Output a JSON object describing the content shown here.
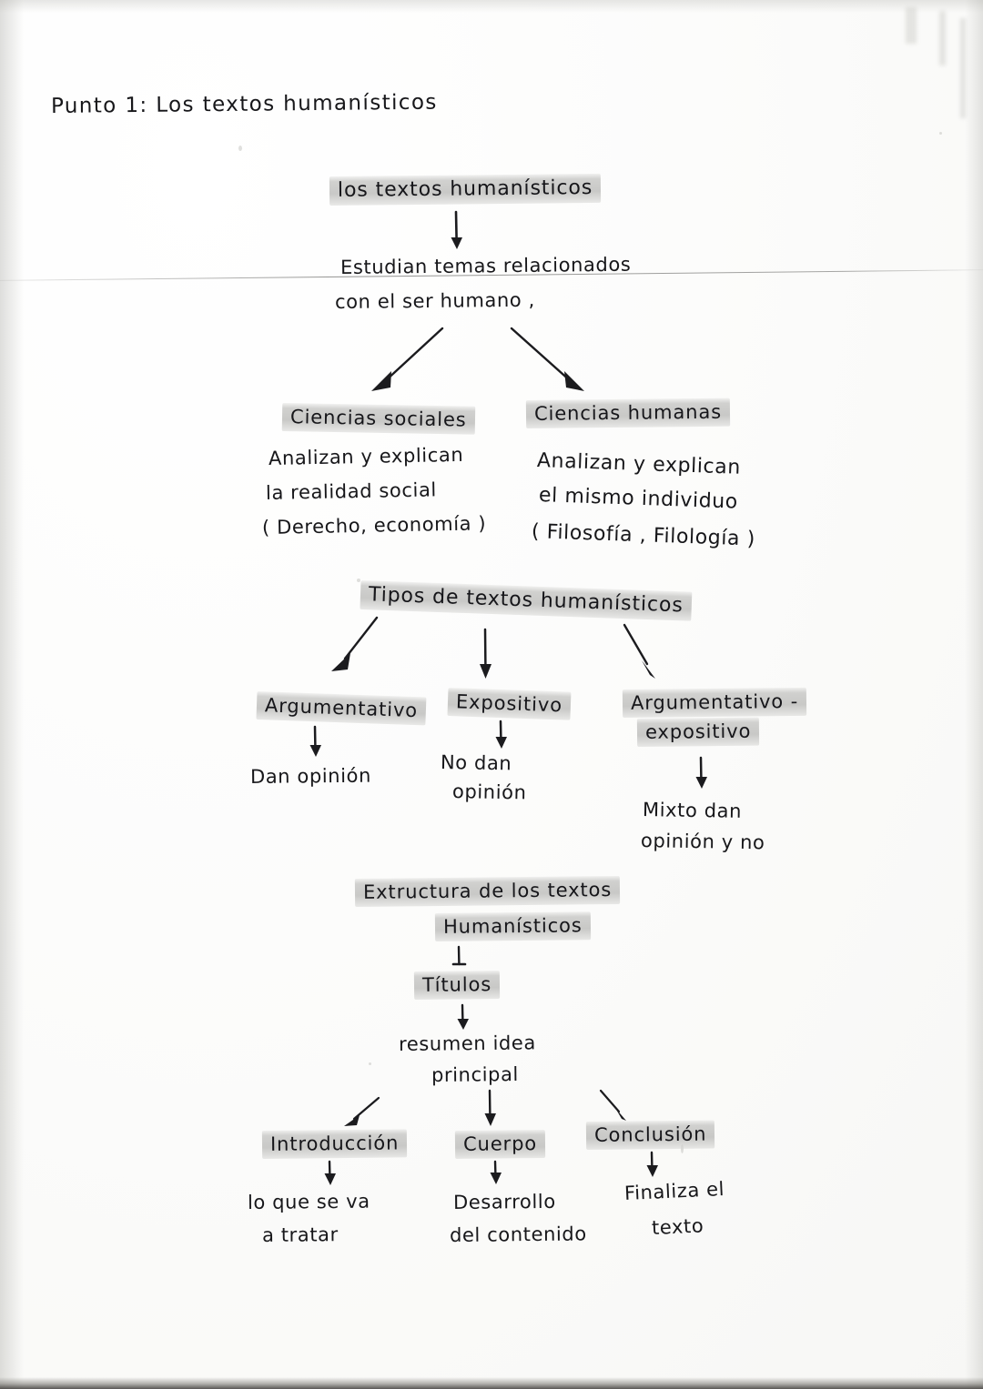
{
  "document": {
    "kind": "handwritten-notes",
    "language": "es",
    "title": "Punto 1: Los textos humanísticos",
    "ink_color": "#17171a",
    "highlight_color": "#c8c8c6",
    "paper_color": "#fdfdfc"
  },
  "diagram": {
    "root": {
      "label": "los textos humanísticos",
      "definition_line1": "Estudian temas relacionados",
      "definition_line2": "con el ser humano ,"
    },
    "branches": [
      {
        "label": "Ciencias sociales",
        "body_line1": "Analizan y explican",
        "body_line2": "la realidad social",
        "body_line3": "( Derecho, economía )"
      },
      {
        "label": "Ciencias humanas",
        "body_line1": "Analizan y explican",
        "body_line2": "el mismo individuo",
        "body_line3": "( Filosofía , Filología )"
      }
    ]
  },
  "types_section": {
    "heading": "Tipos de textos humanísticos",
    "items": [
      {
        "label": "Argumentativo",
        "body_line1": "Dan opinión",
        "body_line2": ""
      },
      {
        "label": "Expositivo",
        "body_line1": "No dan",
        "body_line2": "opinión"
      },
      {
        "label_line1": "Argumentativo -",
        "label_line2": "expositivo",
        "body_line1": "Mixto dan",
        "body_line2": "opinión y no"
      }
    ]
  },
  "structure_section": {
    "heading_line1": "Extructura de los textos",
    "heading_line2": "Humanísticos",
    "step_title": "Títulos",
    "step_summary_line1": "resumen idea",
    "step_summary_line2": "principal",
    "parts": [
      {
        "label": "Introducción",
        "body_line1": "lo que se va",
        "body_line2": "a tratar"
      },
      {
        "label": "Cuerpo",
        "body_line1": "Desarrollo",
        "body_line2": "del contenido"
      },
      {
        "label": "Conclusión",
        "body_line1": "Finaliza el",
        "body_line2": "texto"
      }
    ]
  },
  "icons": {
    "arrow_down": "arrow-down-icon",
    "arrow_down_left": "arrow-down-left-icon",
    "arrow_down_right": "arrow-down-right-icon"
  }
}
